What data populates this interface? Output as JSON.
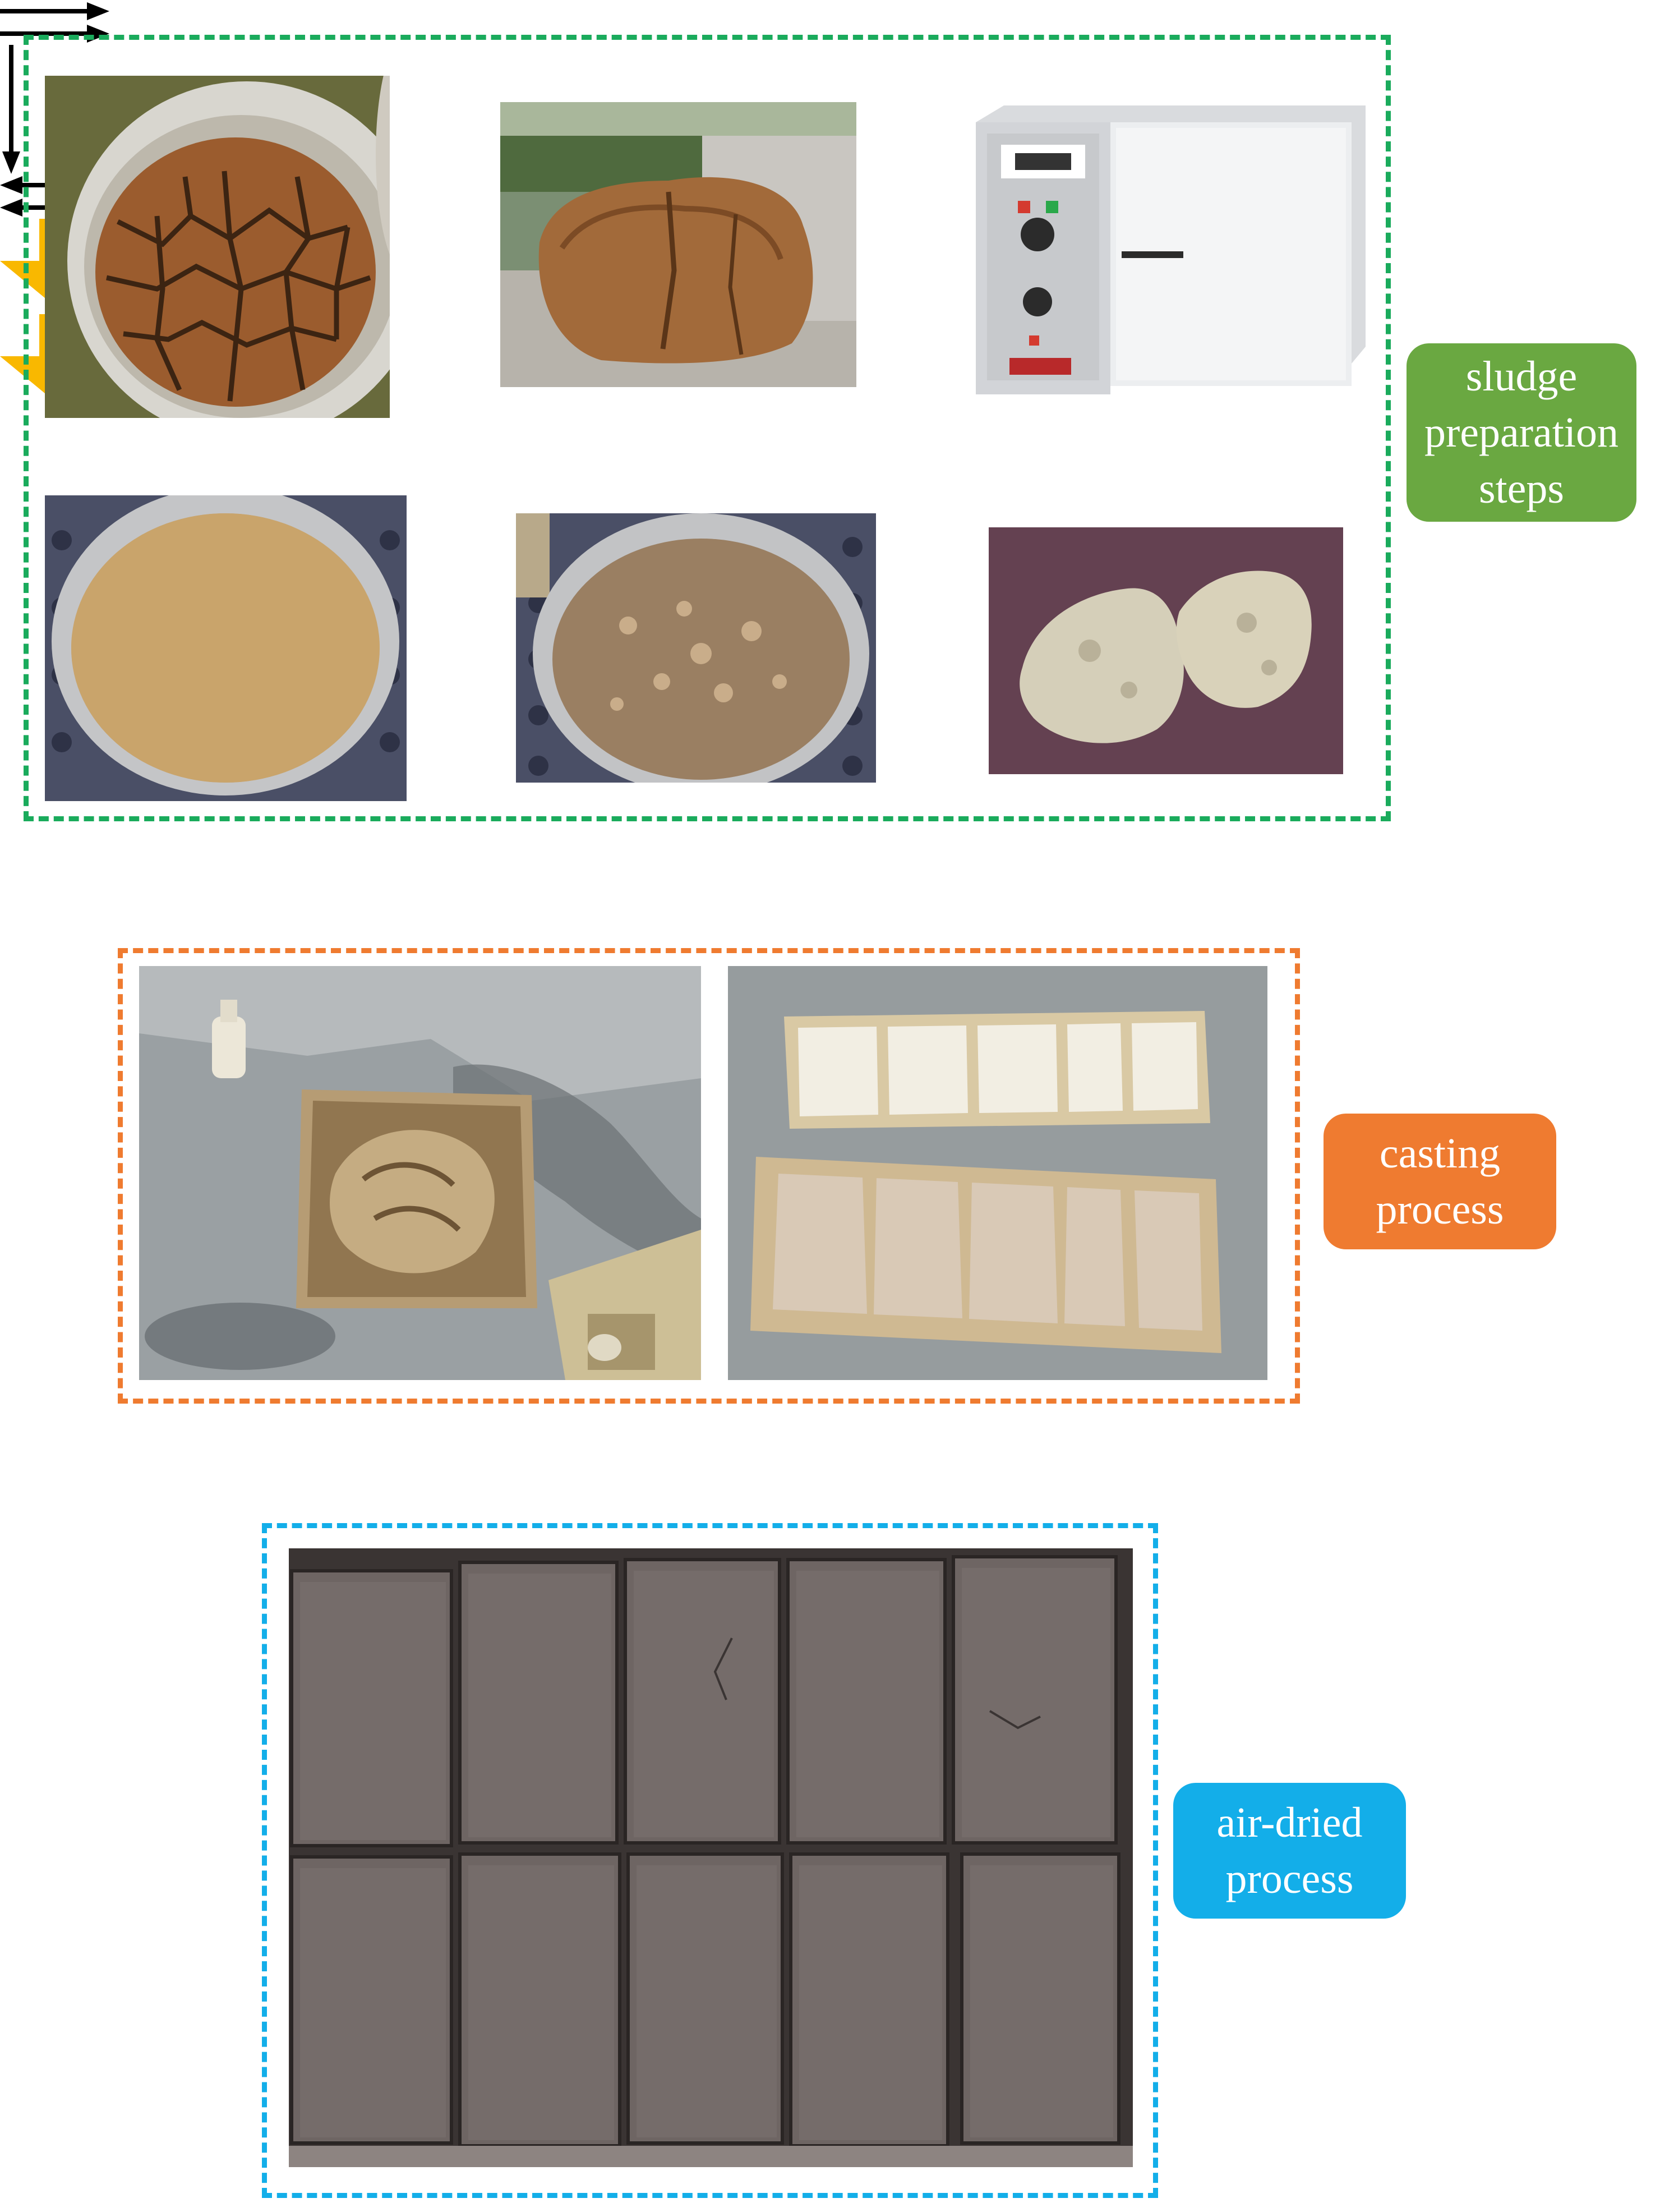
{
  "stages": {
    "sludge": {
      "lines": [
        "sludge",
        "preparation",
        "steps"
      ],
      "color": "#6aa841",
      "border_color": "#1aab5c"
    },
    "casting": {
      "lines": [
        "casting",
        "process"
      ],
      "color": "#ef7b30",
      "border_color": "#ef7b30"
    },
    "air_dried": {
      "lines": [
        "air-dried",
        "process"
      ],
      "color": "#13aee9",
      "border_color": "#13aee9"
    }
  },
  "colors": {
    "flow_arrow": "#f9b800",
    "step_arrow": "#000000"
  },
  "icons": {
    "step_arrow": "arrow-icon",
    "flow_arrow": "down-arrow-icon"
  }
}
